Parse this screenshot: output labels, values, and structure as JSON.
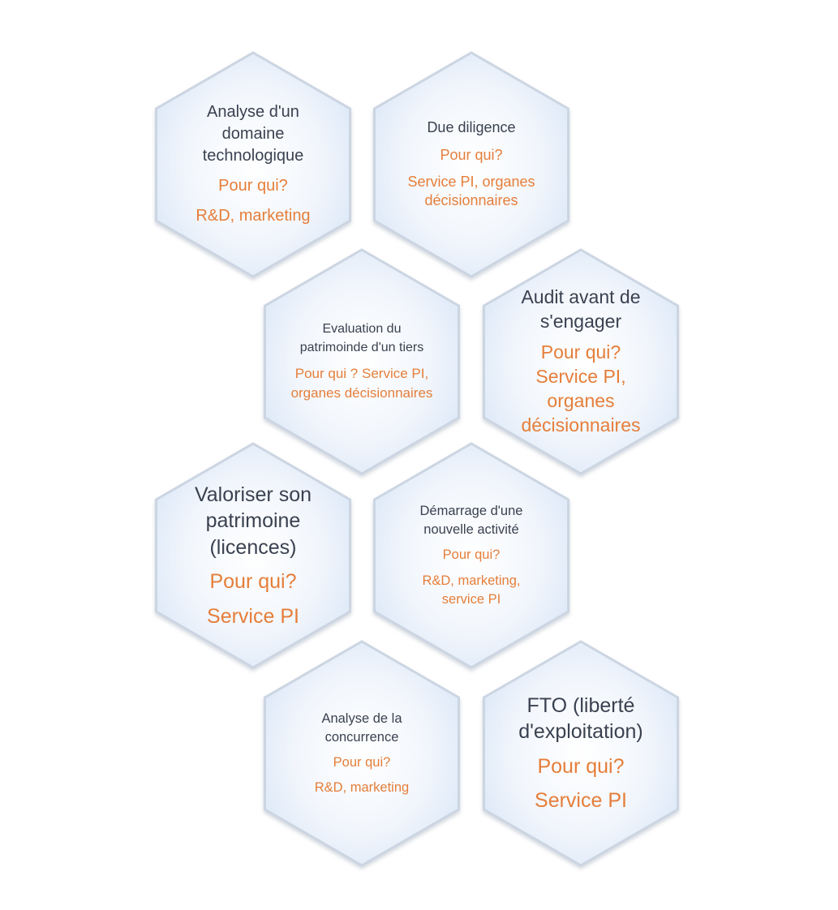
{
  "colors": {
    "title": "#3a4150",
    "accent": "#e57e3a",
    "hex_fill_center": "#ffffff",
    "hex_fill_edge": "#dde9f8",
    "hex_stroke": "#ccd5e2"
  },
  "hexagons": [
    {
      "id": "analyse-domaine",
      "title": "Analyse d'un domaine technologique",
      "question": "Pour qui?",
      "answer": "R&D, marketing"
    },
    {
      "id": "due-diligence",
      "title": "Due diligence",
      "question": "Pour qui?",
      "answer": "Service PI, organes décisionnaires"
    },
    {
      "id": "evaluation-patrimoine",
      "title": "Evaluation du patrimoinde d'un tiers",
      "question": "Pour qui ? Service PI, organes décisionnaires",
      "answer": ""
    },
    {
      "id": "audit",
      "title": "Audit avant de s'engager",
      "question": "Pour qui? Service PI, organes décisionnaires",
      "answer": ""
    },
    {
      "id": "valoriser",
      "title": "Valoriser son patrimoine (licences)",
      "question": "Pour qui?",
      "answer": "Service PI"
    },
    {
      "id": "demarrage",
      "title": "Démarrage d'une nouvelle activité",
      "question": "Pour qui?",
      "answer": "R&D, marketing, service PI"
    },
    {
      "id": "concurrence",
      "title": "Analyse de la concurrence",
      "question": "Pour qui?",
      "answer": "R&D, marketing"
    },
    {
      "id": "fto",
      "title": "FTO (liberté d'exploitation)",
      "question": "Pour qui?",
      "answer": "Service PI"
    }
  ]
}
